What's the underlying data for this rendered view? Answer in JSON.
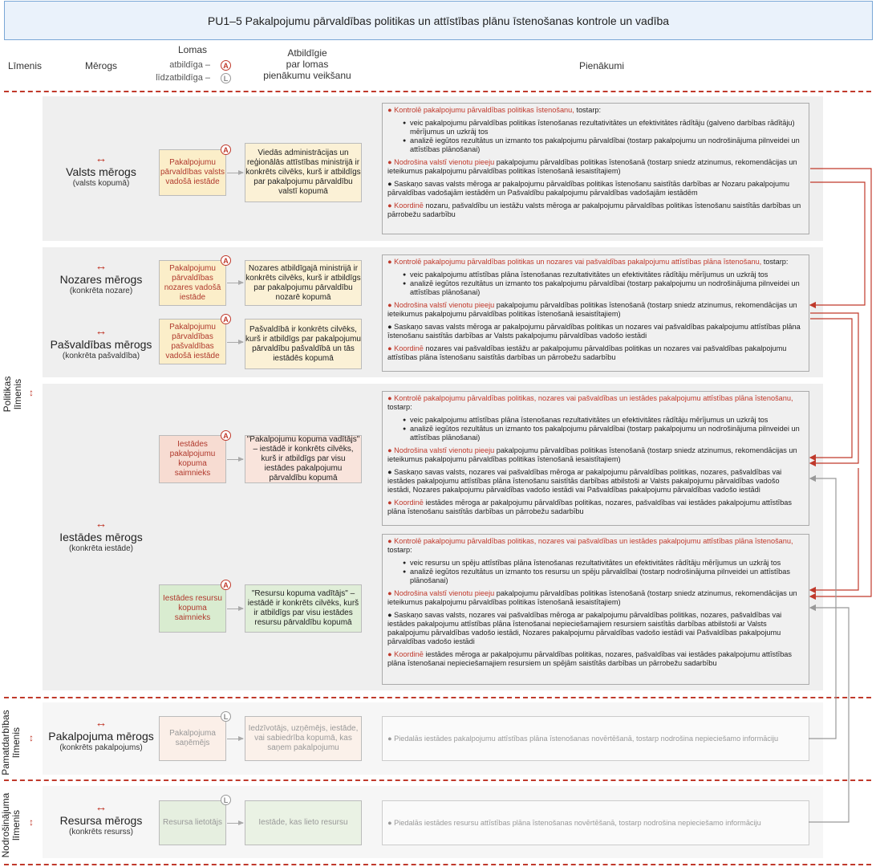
{
  "title": "PU1–5   Pakalpojumu pārvaldības politikas un attīstības plānu īstenošanas kontrole un vadība",
  "headers": {
    "level": "Līmenis",
    "scope": "Mērogs",
    "roles": "Lomas",
    "role_a": "atbildīga –",
    "role_l": "līdzatbildīga –",
    "responsible": "Atbildīgie\npar lomas\npienākumu veikšanu",
    "duties": "Pienākumi"
  },
  "levels": {
    "policy": "Politikas\nlīmenis",
    "basic": "Pamatdarbības\nlīmenis",
    "support": "Nodrošinājuma\nlīmenis"
  },
  "icons": {
    "arrow": "↔",
    "varrow": "↕",
    "badge_a": "A",
    "badge_l": "L"
  },
  "rows": {
    "valsts": {
      "scope": "Valsts mērogs",
      "sub": "(valsts kopumā)",
      "role": "Pakalpojumu pārvaldības valsts vadošā iestāde",
      "resp": "Viedās administrācijas un reģionālās attīstības ministrijā ir konkrēts cilvēks, kurš ir atbildīgs par pakalpojumu pārvaldību valstī kopumā",
      "d1_kw": "Kontrolē pakalpojumu pārvaldības politikas īstenošanu,",
      "d1_rest": " tostarp:",
      "d1_items": [
        "veic pakalpojumu pārvaldības politikas īstenošanas rezultativitātes un efektivitātes rādītāju (galveno darbības rādītāju) mērījumus un uzkrāj tos",
        "analizē iegūtos rezultātus un izmanto tos pakalpojumu pārvaldībai (tostarp pakalpojumu un nodrošinājuma pilnveidei un attīstības plānošanai)"
      ],
      "d2_kw": "Nodrošina valstī vienotu pieeju",
      "d2_rest": " pakalpojumu pārvaldības politikas īstenošanā (tostarp sniedz atzinumus, rekomendācijas un ieteikumus pakalpojumu pārvaldības politikas īstenošanā iesaistītajiem)",
      "d3": "Saskaņo savas valsts mēroga ar pakalpojumu pārvaldības politikas īstenošanu saistītās darbības ar Nozaru pakalpojumu pārvaldības vadošajām iestādēm un Pašvaldību pakalpojumu pārvaldības vadošajām iestādēm",
      "d4_kw": "Koordinē",
      "d4_rest": " nozaru, pašvaldību un iestāžu valsts mēroga ar pakalpojumu pārvaldības politikas īstenošanu saistītās darbības un pārrobežu sadarbību"
    },
    "nozares": {
      "scope": "Nozares mērogs",
      "sub": "(konkrēta nozare)",
      "role": "Pakalpojumu pārvaldības nozares vadošā iestāde",
      "resp": "Nozares atbildīgajā ministrijā ir konkrēts cilvēks, kurš ir atbildīgs par pakalpojumu pārvaldību nozarē kopumā"
    },
    "pasvaldibas": {
      "scope": "Pašvaldības mērogs",
      "sub": "(konkrēta pašvaldība)",
      "role": "Pakalpojumu pārvaldības pašvaldības vadošā iestāde",
      "resp": "Pašvaldībā ir konkrēts cilvēks, kurš ir atbildīgs par pakalpojumu pārvaldību pašvaldībā un tās iestādēs kopumā"
    },
    "np_duties": {
      "d1_kw": "Kontrolē pakalpojumu pārvaldības politikas un nozares vai pašvaldības pakalpojumu attīstības plāna īstenošanu,",
      "d1_rest": " tostarp:",
      "d1_items": [
        "veic pakalpojumu attīstības plāna īstenošanas rezultativitātes un efektivitātes rādītāju mērījumus un uzkrāj tos",
        "analizē iegūtos rezultātus un izmanto tos pakalpojumu pārvaldībai (tostarp pakalpojumu un nodrošinājuma pilnveidei un attīstības plānošanai)"
      ],
      "d2_kw": "Nodrošina valstī vienotu pieeju",
      "d2_rest": " pakalpojumu pārvaldības politikas īstenošanā (tostarp sniedz atzinumus, rekomendācijas un ieteikumus pakalpojumu pārvaldības politikas īstenošanā iesaistītajiem)",
      "d3": "Saskaņo savas valsts mēroga ar pakalpojumu pārvaldības politikas un nozares vai pašvaldības pakalpojumu attīstības plāna īstenošanu saistītās darbības ar Valsts pakalpojumu pārvaldības vadošo iestādi",
      "d4_kw": "Koordinē",
      "d4_rest": " nozares vai pašvaldības iestāžu ar pakalpojumu pārvaldības politikas un nozares vai pašvaldības pakalpojumu attīstības plāna īstenošanu saistītās darbības un pārrobežu sadarbību"
    },
    "iestades": {
      "scope": "Iestādes mērogs",
      "sub": "(konkrēta iestāde)",
      "role1": "Iestādes pakalpojumu kopuma saimnieks",
      "resp1": "\"Pakalpojumu kopuma vadītājs\" – iestādē ir konkrēts cilvēks, kurš ir atbildīgs par visu iestādes pakalpojumu pārvaldību kopumā",
      "role2": "Iestādes resursu kopuma saimnieks",
      "resp2": "\"Resursu kopuma vadītājs\" – iestādē ir konkrēts cilvēks, kurš ir atbildīgs par visu iestādes resursu pārvaldību kopumā",
      "a_d1_kw": "Kontrolē pakalpojumu pārvaldības politikas, nozares vai pašvaldības un iestādes pakalpojumu attīstības plāna īstenošanu,",
      "a_d1_rest": " tostarp:",
      "a_d1_items": [
        "veic pakalpojumu attīstības plāna īstenošanas rezultativitātes un efektivitātes rādītāju mērījumus un uzkrāj tos",
        "analizē iegūtos rezultātus un izmanto tos pakalpojumu pārvaldībai (tostarp pakalpojumu un nodrošinājuma pilnveidei un attīstības plānošanai)"
      ],
      "a_d2_kw": "Nodrošina valstī vienotu pieeju",
      "a_d2_rest": " pakalpojumu pārvaldības politikas īstenošanā (tostarp sniedz atzinumus, rekomendācijas un ieteikumus pakalpojumu pārvaldības politikas īstenošanā iesaistītajiem)",
      "a_d3": "Saskaņo savas valsts, nozares vai pašvaldības mēroga ar pakalpojumu pārvaldības politikas, nozares, pašvaldības vai iestādes pakalpojumu attīstības plāna īstenošanu saistītās darbības atbilstoši ar Valsts pakalpojumu pārvaldības vadošo iestādi, Nozares pakalpojumu pārvaldības vadošo iestādi vai Pašvaldības pakalpojumu pārvaldības vadošo iestādi",
      "a_d4_kw": "Koordinē",
      "a_d4_rest": " iestādes mēroga ar pakalpojumu pārvaldības politikas, nozares, pašvaldības vai iestādes pakalpojumu attīstības plāna īstenošanu saistītās darbības un pārrobežu sadarbību",
      "b_d1_kw": "Kontrolē pakalpojumu pārvaldības politikas, nozares vai pašvaldības un iestādes pakalpojumu attīstības plāna īstenošanu,",
      "b_d1_rest": " tostarp:",
      "b_d1_items": [
        "veic resursu un spēju attīstības plāna īstenošanas rezultativitātes un efektivitātes rādītāju mērījumus un uzkrāj tos",
        "analizē iegūtos rezultātus un izmanto tos resursu un spēju pārvaldībai (tostarp nodrošinājuma pilnveidei un attīstības plānošanai)"
      ],
      "b_d2_kw": "Nodrošina valstī vienotu pieeju",
      "b_d2_rest": " pakalpojumu pārvaldības politikas īstenošanā (tostarp sniedz atzinumus, rekomendācijas un ieteikumus pakalpojumu pārvaldības politikas īstenošanā iesaistītajiem)",
      "b_d3": "Saskaņo savas valsts, nozares vai pašvaldības mēroga ar pakalpojumu pārvaldības politikas, nozares, pašvaldības vai iestādes pakalpojumu attīstības plāna īstenošanai nepieciešamajiem resursiem saistītās darbības atbilstoši ar Valsts pakalpojumu pārvaldības vadošo iestādi, Nozares pakalpojumu pārvaldības vadošo iestādi vai Pašvaldības pakalpojumu pārvaldības vadošo iestādi",
      "b_d4_kw": "Koordinē",
      "b_d4_rest": " iestādes mēroga ar pakalpojumu pārvaldības politikas, nozares, pašvaldības vai iestādes pakalpojumu attīstības plāna īstenošanai nepieciešamajiem resursiem un spējām saistītās darbības un pārrobežu sadarbību"
    },
    "pakalpojuma": {
      "scope": "Pakalpojuma mērogs",
      "sub": "(konkrēts pakalpojums)",
      "role": "Pakalpojuma saņēmējs",
      "resp": "Iedzīvotājs, uzņēmējs, iestāde, vai sabiedrība kopumā, kas saņem pakalpojumu",
      "duty": "Piedalās iestādes pakalpojumu attīstības plāna īstenošanas novērtēšanā, tostarp nodrošina nepieciešamo informāciju"
    },
    "resursa": {
      "scope": "Resursa mērogs",
      "sub": "(konkrēts resurss)",
      "role": "Resursa lietotājs",
      "resp": "Iestāde, kas lieto resursu",
      "duty": "Piedalās iestādes resursu attīstības plāna īstenošanas novērtēšanā, tostarp nodrošina nepieciešamo informāciju"
    }
  }
}
